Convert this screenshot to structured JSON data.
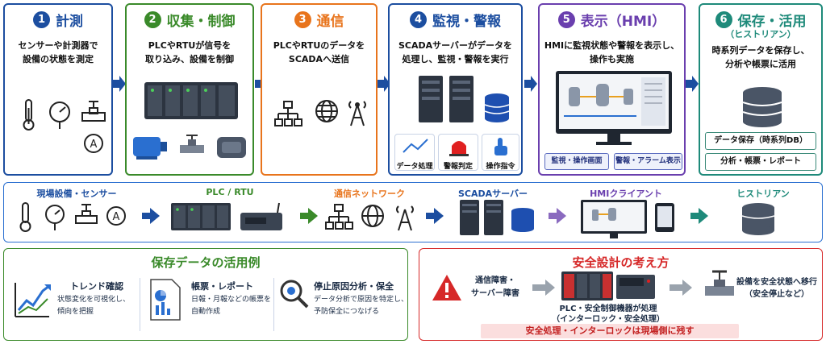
{
  "steps": [
    {
      "num": "1",
      "title": "計測",
      "desc1": "センサーや計測器で",
      "desc2": "設備の状態を測定",
      "color": "#1c4ea0"
    },
    {
      "num": "2",
      "title": "収集・制御",
      "desc1": "PLCやRTUが信号を",
      "desc2": "取り込み、設備を制御",
      "color": "#3a8a2a"
    },
    {
      "num": "3",
      "title": "通信",
      "desc1": "PLCやRTUのデータを",
      "desc2": "SCADAへ送信",
      "color": "#e8741c"
    },
    {
      "num": "4",
      "title": "監視・警報",
      "desc1": "SCADAサーバーがデータを",
      "desc2": "処理し、監視・警報を実行",
      "color": "#1c4ea0",
      "subs": [
        "データ処理",
        "警報判定",
        "操作指令"
      ]
    },
    {
      "num": "5",
      "title": "表示（HMI）",
      "desc1": "HMIに監視状態や警報を表示し、",
      "desc2": "操作も実施",
      "color": "#6a3fae",
      "btn1": "監視・操作画面",
      "btn2": "警報・アラーム表示"
    },
    {
      "num": "6",
      "title": "保存・活用",
      "subtitle": "（ヒストリアン）",
      "desc1": "時系列データを保存し、",
      "desc2": "分析や帳票に活用",
      "color": "#1e8a7a",
      "box1": "データ保存（時系列DB）",
      "box2": "分析・帳票・レポート"
    }
  ],
  "flow": {
    "labels": [
      "現場設備・センサー",
      "PLC / RTU",
      "通信ネットワーク",
      "SCADAサーバー",
      "HMIクライアント",
      "ヒストリアン"
    ],
    "ammeter": "A"
  },
  "usage": {
    "title": "保存データの活用例",
    "items": [
      {
        "title": "トレンド確認",
        "l1": "状態変化を可視化し、",
        "l2": "傾向を把握"
      },
      {
        "title": "帳票・レポート",
        "l1": "日報・月報などの帳票を",
        "l2": "自動作成"
      },
      {
        "title": "停止原因分析・保全",
        "l1": "データ分析で原因を特定し、",
        "l2": "予防保全につなげる"
      }
    ]
  },
  "safety": {
    "title": "安全設計の考え方",
    "fault1": "通信障害・",
    "fault2": "サーバー障害",
    "plc1": "PLC・安全制御機器が処理",
    "plc2": "（インターロック・安全処理）",
    "result1": "設備を安全状態へ移行",
    "result2": "（安全停止など）",
    "banner": "安全処理・インターロックは現場側に残す"
  }
}
